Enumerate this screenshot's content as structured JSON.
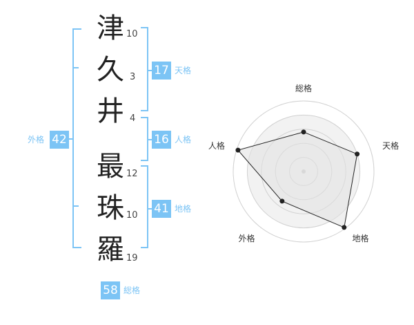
{
  "colors": {
    "accent": "#7cc4f5",
    "text": "#222222"
  },
  "name_chars": [
    {
      "char": "津",
      "strokes": "10"
    },
    {
      "char": "久",
      "strokes": "3"
    },
    {
      "char": "井",
      "strokes": "4"
    },
    {
      "char": "最",
      "strokes": "12"
    },
    {
      "char": "珠",
      "strokes": "10"
    },
    {
      "char": "羅",
      "strokes": "19"
    }
  ],
  "kaku": {
    "tenkaku": {
      "value": "17",
      "label": "天格"
    },
    "jinkaku": {
      "value": "16",
      "label": "人格"
    },
    "chikaku": {
      "value": "41",
      "label": "地格"
    },
    "gaikaku": {
      "value": "42",
      "label": "外格"
    },
    "soukaku": {
      "value": "58",
      "label": "総格"
    }
  },
  "chart_data": {
    "type": "radar",
    "axes": [
      "総格",
      "天格",
      "地格",
      "外格",
      "人格"
    ],
    "values": [
      0.56,
      0.8,
      0.98,
      0.52,
      0.98
    ],
    "rings": 4
  }
}
